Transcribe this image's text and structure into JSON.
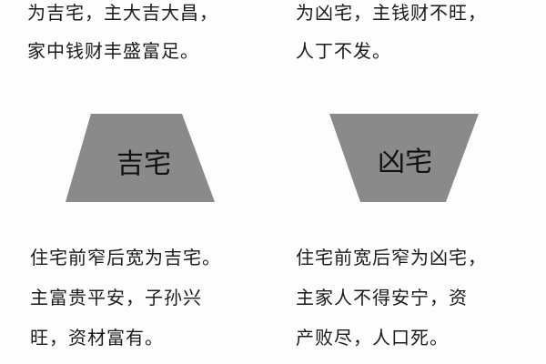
{
  "top_left": [
    "为吉宅，主大吉大昌，",
    "家中钱财丰盛富足。"
  ],
  "top_right": [
    "为凶宅，主钱财不旺，",
    "人丁不发。"
  ],
  "shapes": {
    "good": {
      "label": "吉宅",
      "color": "#8a8a8a"
    },
    "bad": {
      "label": "凶宅",
      "color": "#8a8a8a"
    }
  },
  "bottom_left": [
    "住宅前窄后宽为吉宅。",
    "主富贵平安，子孙兴",
    "旺，资材富有。"
  ],
  "bottom_right": [
    "住宅前宽后窄为凶宅，",
    "主家人不得安宁，资",
    "产败尽，人口死。"
  ]
}
